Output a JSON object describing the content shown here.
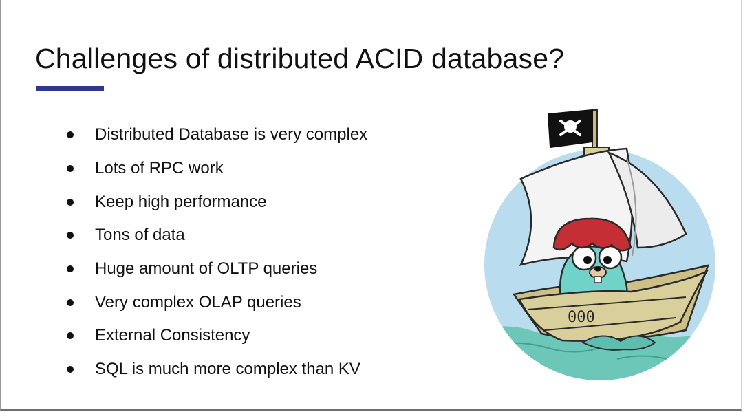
{
  "slide": {
    "title": "Challenges of distributed ACID database?",
    "accent_color": "#2b3990",
    "bullets": [
      "Distributed Database is very complex",
      "Lots of RPC work",
      "Keep high performance",
      "Tons of data",
      "Huge amount of OLTP queries",
      "Very complex OLAP queries",
      "External Consistency",
      "SQL is much more complex than KV"
    ],
    "illustration": {
      "name": "gopher-pirate-ship-icon",
      "hull_text": "000",
      "colors": {
        "sky": "#b9dcef",
        "sea": "#6cc7b8",
        "hull": "#d9cf9b",
        "sail": "#f4f4f4",
        "hat": "#c62e35",
        "gopher": "#6fd3c9",
        "flag": "#111111"
      }
    }
  }
}
